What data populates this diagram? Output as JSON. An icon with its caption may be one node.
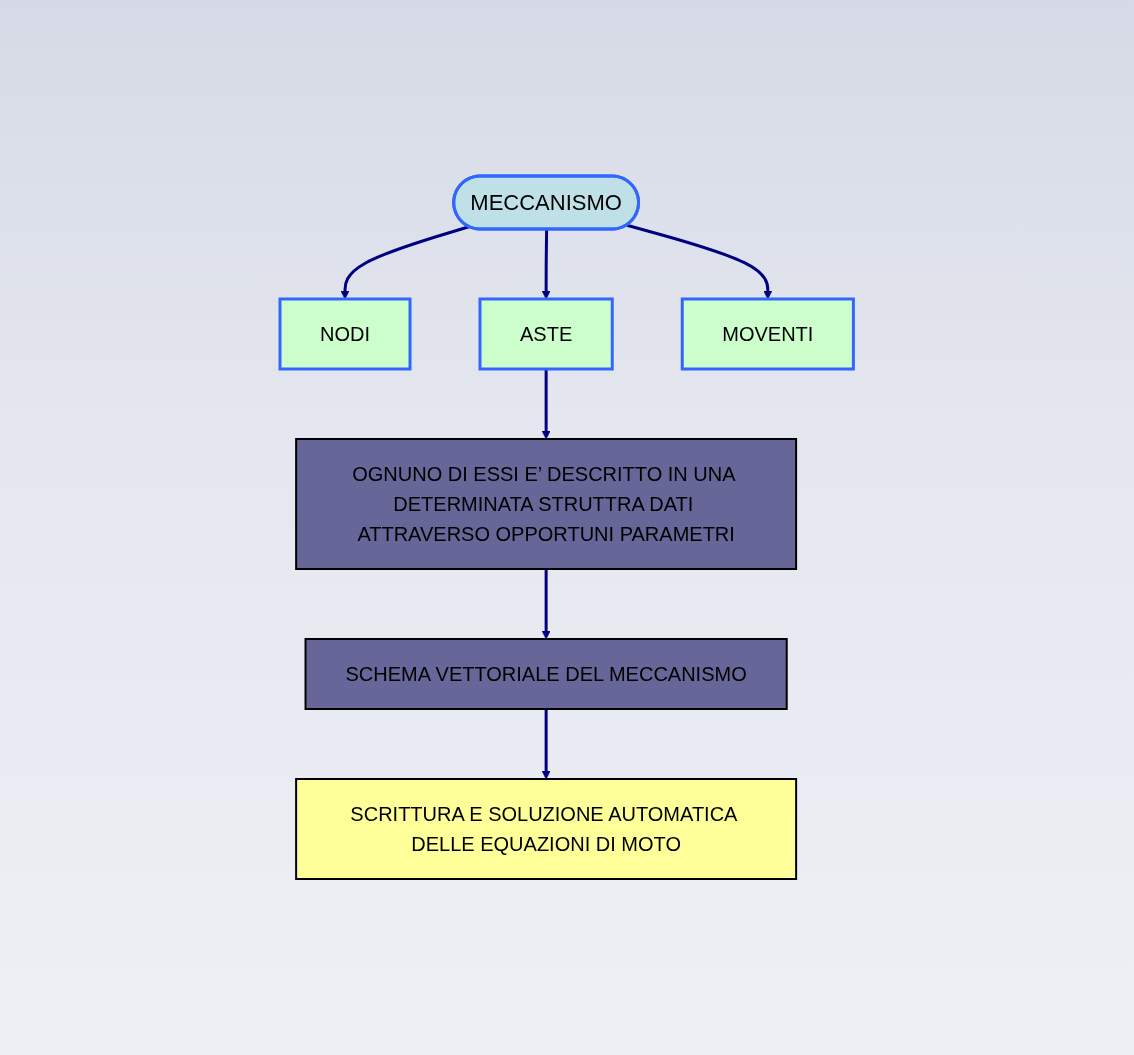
{
  "diagram": {
    "nodes": [
      {
        "text": [
          "MECCANISMO"
        ]
      },
      {
        "text": [
          "NODI"
        ]
      },
      {
        "text": [
          "ASTE"
        ]
      },
      {
        "text": [
          "MOVENTI"
        ]
      },
      {
        "text": [
          "OGNUNO DI ESSI E’ DESCRITTO IN UNA DETERMINATA STRUTTRA DATI ATTRAVERSO OPPORTUNI PARAMETRI"
        ]
      },
      {
        "text": [
          "SCHEMA VETTORIALE DEL MECCANISMO"
        ]
      },
      {
        "text": [
          "SCRITTURA E SOLUZIONE AUTOMATICA DELLE EQUAZIONI DI MOTO"
        ]
      }
    ],
    "edges": [
      {
        "from": 0,
        "to": 1,
        "arrow": "to"
      },
      {
        "from": 0,
        "to": 2,
        "arrow": "to"
      },
      {
        "from": 0,
        "to": 3,
        "arrow": "to"
      },
      {
        "from": 2,
        "to": 4,
        "arrow": "to"
      },
      {
        "from": 4,
        "to": 5,
        "arrow": "to"
      },
      {
        "from": 5,
        "to": 6,
        "arrow": "to"
      }
    ]
  }
}
